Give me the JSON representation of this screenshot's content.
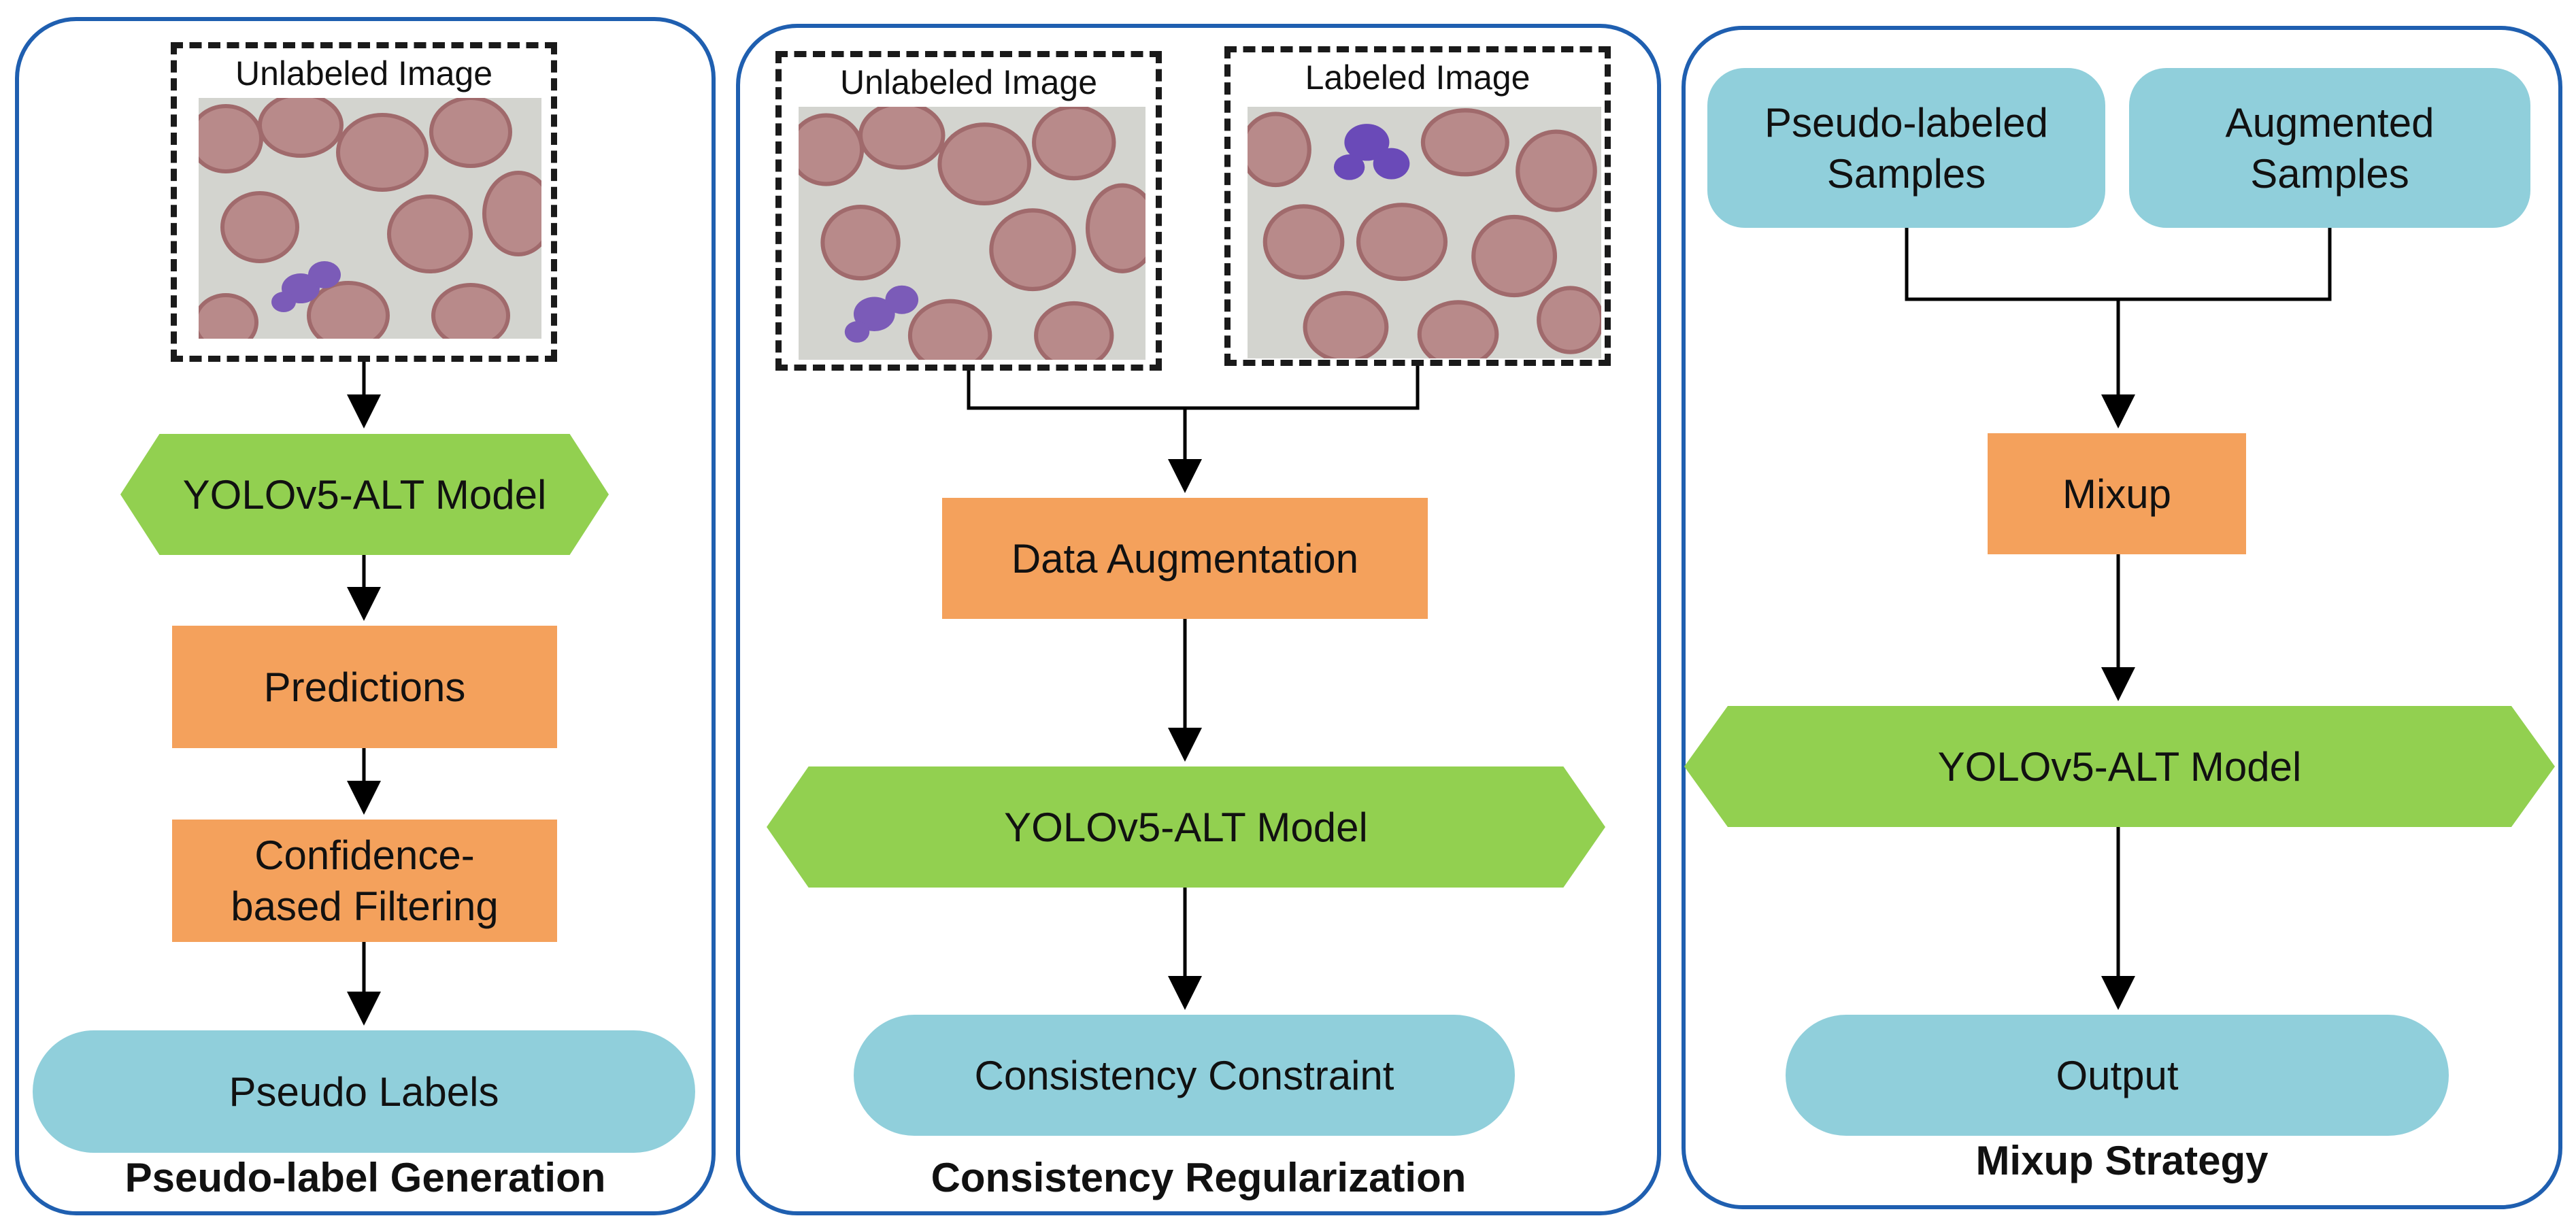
{
  "panels": {
    "pseudo_label": {
      "title": "Pseudo-label Generation",
      "image_caption": "Unlabeled Image",
      "model": "YOLOv5-ALT Model",
      "predictions": "Predictions",
      "filtering": "Confidence-\nbased Filtering",
      "output": "Pseudo Labels"
    },
    "consistency": {
      "title": "Consistency Regularization",
      "unlabeled_caption": "Unlabeled Image",
      "labeled_caption": "Labeled Image",
      "augmentation": "Data Augmentation",
      "model": "YOLOv5-ALT Model",
      "output": "Consistency Constraint"
    },
    "mixup": {
      "title": "Mixup Strategy",
      "pseudo_samples": "Pseudo-labeled\nSamples",
      "augmented_samples": "Augmented\nSamples",
      "mixup": "Mixup",
      "model": "YOLOv5-ALT Model",
      "output": "Output"
    }
  },
  "colors": {
    "panel_border": "#1f5fb0",
    "process_orange": "#f4a15c",
    "model_green": "#92d050",
    "io_blue": "#90cfdb"
  }
}
